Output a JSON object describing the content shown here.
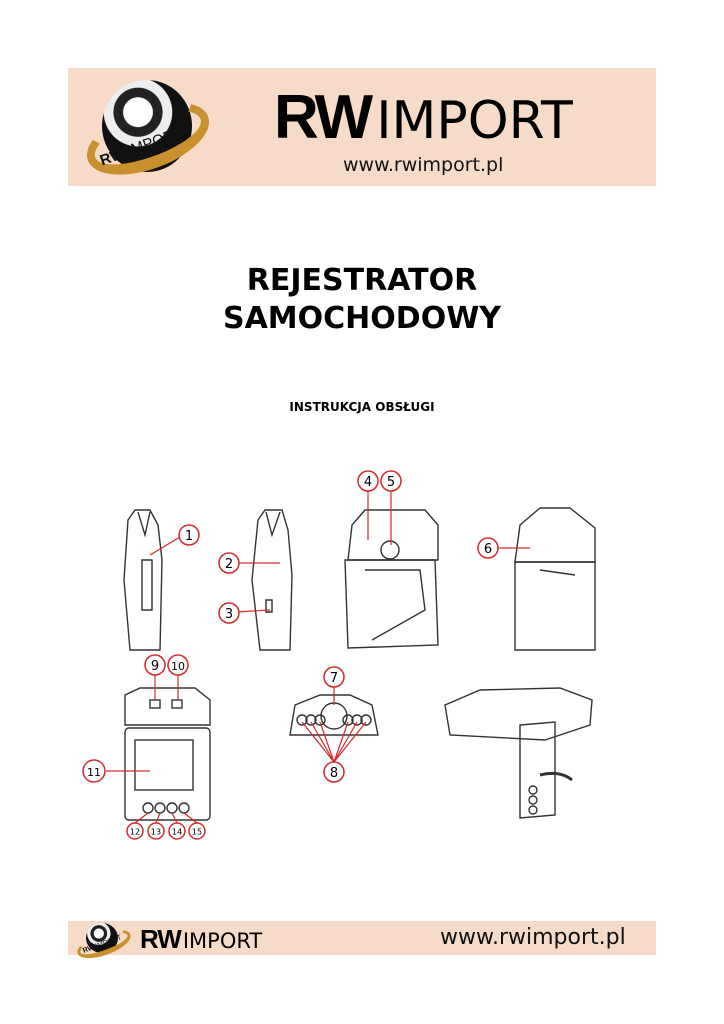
{
  "header": {
    "logo_text": "RW IMPORT",
    "brand_rw": "RW",
    "brand_import": "IMPORT",
    "url": "www.rwimport.pl"
  },
  "title": {
    "line1": "REJESTRATOR",
    "line2": "SAMOCHODOWY"
  },
  "subtitle": "INSTRUKCJA OBSŁUGI",
  "diagram": {
    "callouts": [
      "1",
      "2",
      "3",
      "4",
      "5",
      "6",
      "7",
      "8",
      "9",
      "10",
      "11",
      "12",
      "13",
      "14",
      "15"
    ],
    "callout_color": "#d42a2a"
  },
  "footer": {
    "logo_text": "RW IMPORT",
    "brand_rw": "RW",
    "brand_import": "IMPORT",
    "url": "www.rwimport.pl"
  },
  "colors": {
    "band": "#f6dcc8",
    "ring": "#c8902e"
  }
}
